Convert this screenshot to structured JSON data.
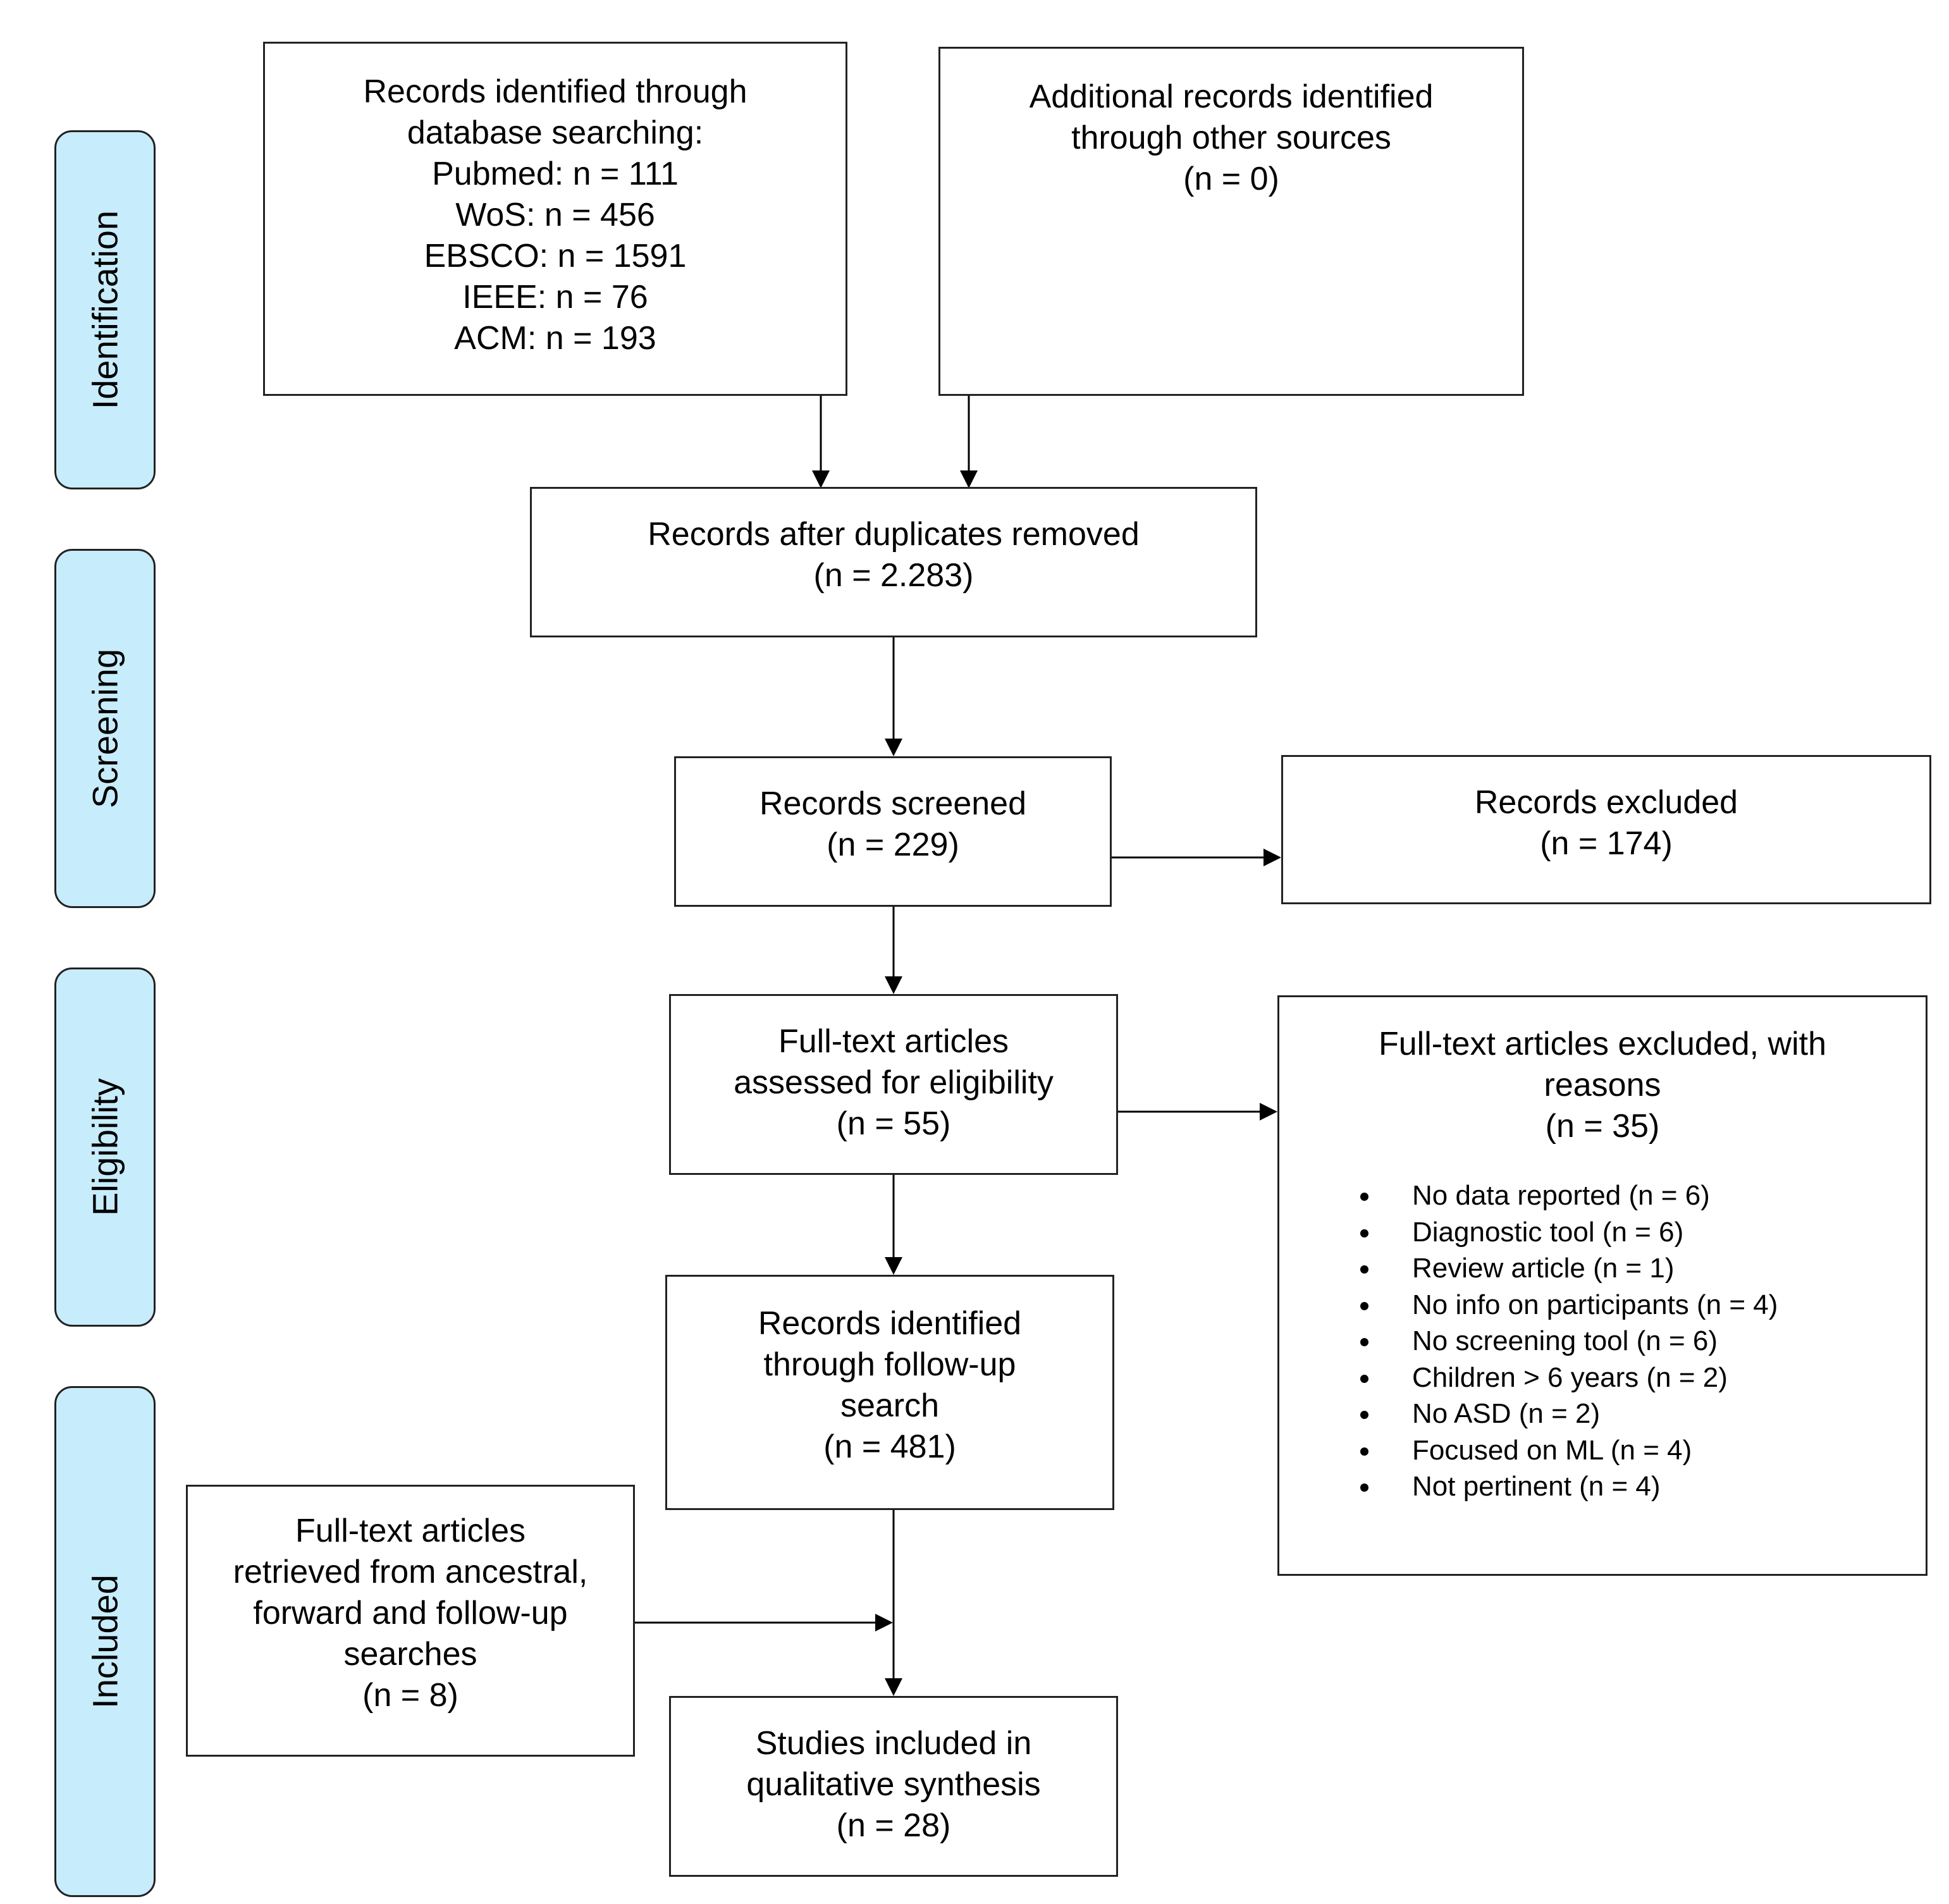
{
  "phases": {
    "identification": "Identification",
    "screening": "Screening",
    "eligibility": "Eligibility",
    "included": "Included"
  },
  "boxes": {
    "database_search": {
      "lines": [
        "Records identified through",
        "database searching:",
        "Pubmed: n = 111",
        "WoS: n = 456",
        "EBSCO: n = 1591",
        "IEEE: n = 76",
        "ACM: n = 193"
      ]
    },
    "other_sources": {
      "lines": [
        "Additional records identified",
        "through other sources",
        "(n = 0)"
      ]
    },
    "duplicates_removed": {
      "lines": [
        "Records after duplicates removed",
        "(n = 2.283)"
      ]
    },
    "screened": {
      "lines": [
        "Records screened",
        "(n = 229)"
      ]
    },
    "excluded": {
      "lines": [
        "Records excluded",
        "(n = 174)"
      ]
    },
    "fulltext_assessed": {
      "lines": [
        "Full-text articles",
        "assessed for eligibility",
        "(n = 55)"
      ]
    },
    "fulltext_excluded": {
      "lines": [
        "Full-text articles excluded, with",
        "reasons",
        "(n = 35)"
      ],
      "reasons": [
        "No data reported (n = 6)",
        "Diagnostic tool (n = 6)",
        "Review article (n = 1)",
        "No info on participants (n = 4)",
        "No screening tool (n = 6)",
        "Children > 6 years (n = 2)",
        "No ASD (n = 2)",
        "Focused on ML (n = 4)",
        "Not pertinent (n = 4)"
      ]
    },
    "followup_search": {
      "lines": [
        "Records identified",
        "through follow-up",
        "search",
        "(n = 481)"
      ]
    },
    "ancestral_forward": {
      "lines": [
        "Full-text articles",
        "retrieved from ancestral,",
        "forward and follow-up",
        "searches",
        "(n = 8)"
      ]
    },
    "included_studies": {
      "lines": [
        "Studies included in",
        "qualitative synthesis",
        "(n = 28)"
      ]
    }
  },
  "colors": {
    "phase_fill": "#c7ecfb",
    "border": "#222222",
    "arrow": "#000000"
  }
}
